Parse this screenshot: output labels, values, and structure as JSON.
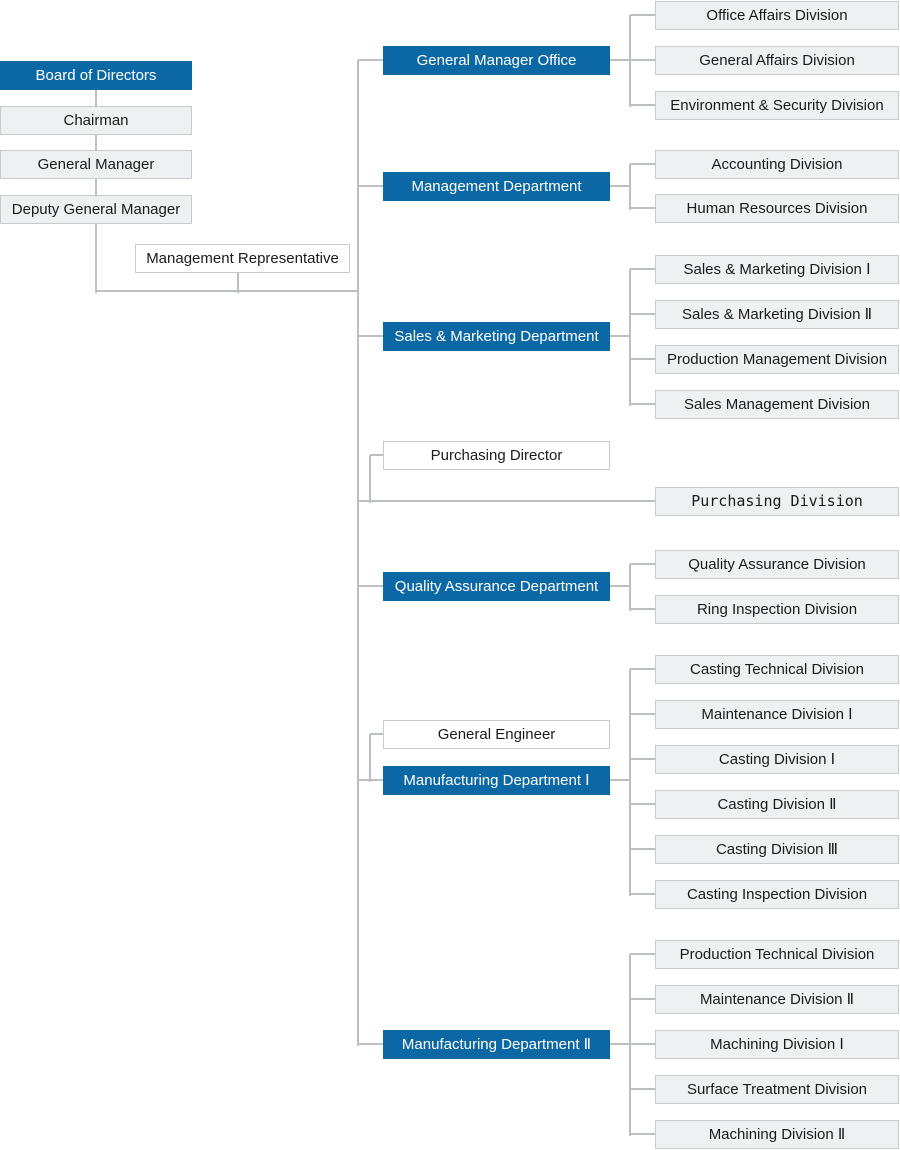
{
  "colors": {
    "primary": "#0b68a4",
    "box_fill": "#eef0f2",
    "box_border": "#c7cbce",
    "white_fill": "#ffffff",
    "line": "#bdc0c3",
    "text_dark": "#1b1b1b",
    "text_light": "#ffffff"
  },
  "left_chain": [
    {
      "label": "Board of Directors",
      "variant": "primary"
    },
    {
      "label": "Chairman",
      "variant": "gray"
    },
    {
      "label": "General Manager",
      "variant": "gray"
    },
    {
      "label": "Deputy General Manager",
      "variant": "gray"
    }
  ],
  "management_representative": {
    "label": "Management Representative",
    "variant": "white"
  },
  "departments": [
    {
      "label": "General Manager Office",
      "variant": "primary",
      "divisions": [
        "Office Affairs Division",
        "General Affairs Division",
        "Environment & Security Division"
      ]
    },
    {
      "label": "Management Department",
      "variant": "primary",
      "divisions": [
        "Accounting Division",
        "Human Resources Division"
      ]
    },
    {
      "label": "Sales & Marketing Department",
      "variant": "primary",
      "divisions": [
        "Sales & Marketing Division Ⅰ",
        "Sales & Marketing Division Ⅱ",
        "Production Management Division",
        "Sales Management Division"
      ]
    },
    {
      "label": "Purchasing Director",
      "variant": "white",
      "divisions": [
        "Purchasing Division"
      ]
    },
    {
      "label": "Quality Assurance Department",
      "variant": "primary",
      "divisions": [
        "Quality Assurance Division",
        "Ring Inspection Division"
      ]
    },
    {
      "label": "General Engineer",
      "variant": "white",
      "divisions": []
    },
    {
      "label": "Manufacturing Department Ⅰ",
      "variant": "primary",
      "divisions": [
        "Casting Technical Division",
        "Maintenance Division Ⅰ",
        "Casting Division Ⅰ",
        "Casting Division Ⅱ",
        "Casting Division Ⅲ",
        "Casting Inspection Division"
      ]
    },
    {
      "label": "Manufacturing Department Ⅱ",
      "variant": "primary",
      "divisions": [
        "Production Technical Division",
        "Maintenance Division Ⅱ",
        "Machining Division Ⅰ",
        "Surface Treatment Division",
        "Machining Division Ⅱ"
      ]
    }
  ]
}
